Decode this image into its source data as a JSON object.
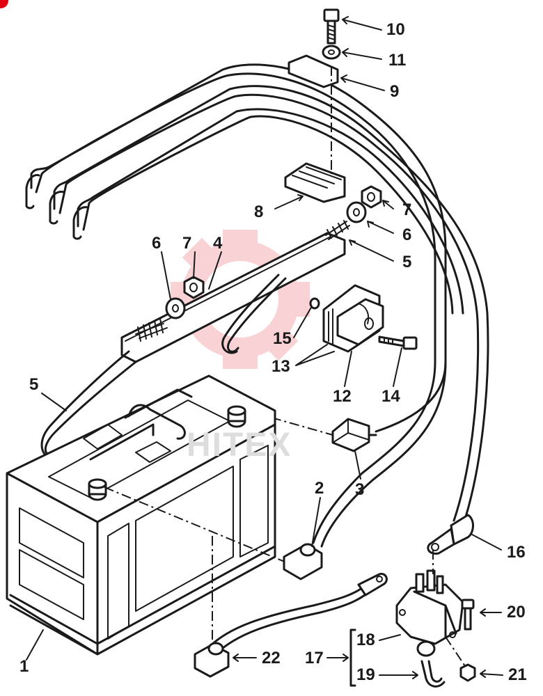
{
  "diagram": {
    "callouts": [
      {
        "id": "c1",
        "label": "1"
      },
      {
        "id": "c2",
        "label": "2"
      },
      {
        "id": "c3",
        "label": "3"
      },
      {
        "id": "c4",
        "label": "4"
      },
      {
        "id": "c5a",
        "label": "5"
      },
      {
        "id": "c5b",
        "label": "5"
      },
      {
        "id": "c6a",
        "label": "6"
      },
      {
        "id": "c6b",
        "label": "6"
      },
      {
        "id": "c7a",
        "label": "7"
      },
      {
        "id": "c7b",
        "label": "7"
      },
      {
        "id": "c8",
        "label": "8"
      },
      {
        "id": "c9",
        "label": "9"
      },
      {
        "id": "c10",
        "label": "10"
      },
      {
        "id": "c11",
        "label": "11"
      },
      {
        "id": "c12",
        "label": "12"
      },
      {
        "id": "c13",
        "label": "13"
      },
      {
        "id": "c14",
        "label": "14"
      },
      {
        "id": "c15",
        "label": "15"
      },
      {
        "id": "c16",
        "label": "16"
      },
      {
        "id": "c17",
        "label": "17"
      },
      {
        "id": "c18",
        "label": "18"
      },
      {
        "id": "c19",
        "label": "19"
      },
      {
        "id": "c20",
        "label": "20"
      },
      {
        "id": "c21",
        "label": "21"
      },
      {
        "id": "c22",
        "label": "22"
      }
    ],
    "watermark": "HITEX",
    "colors": {
      "line": "#1a1a1a",
      "watermark": "#f4b8bc",
      "marker": "#e00010"
    }
  }
}
